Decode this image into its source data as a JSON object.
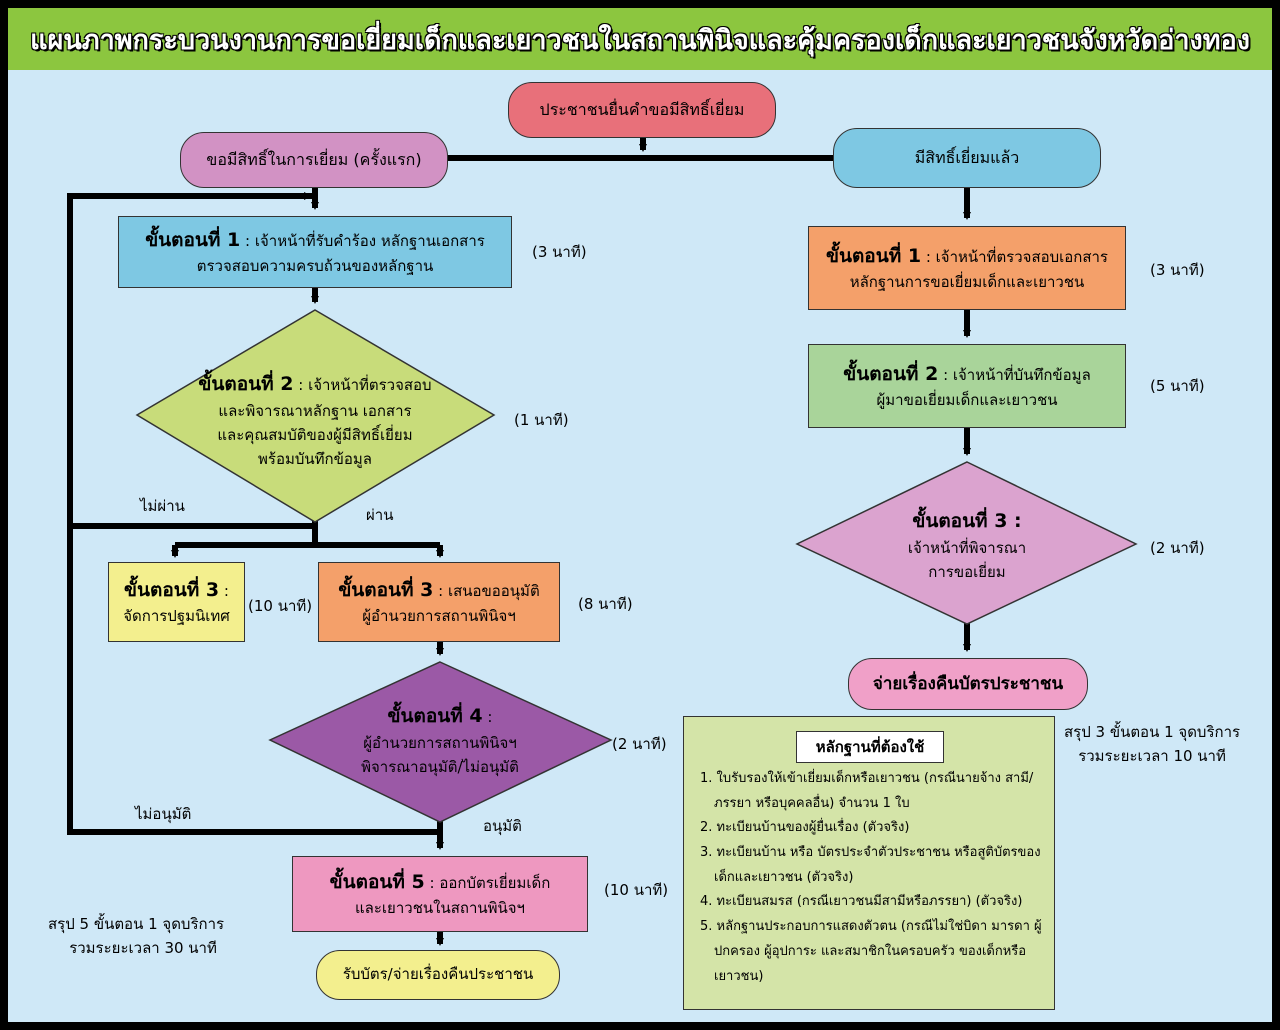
{
  "title": "แผนภาพกระบวนงานการขอเยี่ยมเด็กและเยาวชนในสถานพินิจและคุ้มครองเด็กและเยาวชนจังหวัดอ่างทอง",
  "colors": {
    "title_bg": "#8cc63f",
    "background": "#cfe8f7",
    "start": "#e8707a",
    "left_start": "#d292c4",
    "right_start": "#7ec8e3",
    "step_blue": "#7ec8e3",
    "step_orange": "#f4a06a",
    "diamond_green": "#c8dc7a",
    "step_yellow": "#f3ef8e",
    "diamond_purple": "#9b59a6",
    "step_pink": "#ee98c0",
    "end_yellow": "#f3ef8e",
    "step_green": "#a9d49a",
    "diamond_pink": "#dba3cf",
    "end_pink": "#f0a0c8"
  },
  "start": "ประชาชนยื่นคำขอมีสิทธิ์เยี่ยม",
  "left": {
    "start": "ขอมีสิทธิ์ในการเยี่ยม (ครั้งแรก)",
    "step1": {
      "heading": "ขั้นตอนที่ 1",
      "line1": " : เจ้าหน้าที่รับคำร้อง หลักฐานเอกสาร",
      "line2": "ตรวจสอบความครบถ้วนของหลักฐาน",
      "time": "(3 นาที)"
    },
    "step2": {
      "heading": "ขั้นตอนที่ 2",
      "line1": " : เจ้าหน้าที่ตรวจสอบ",
      "line2": "และพิจารณาหลักฐาน เอกสาร",
      "line3": "และคุณสมบัติของผู้มีสิทธิ์เยี่ยม",
      "line4": "พร้อมบันทึกข้อมูล",
      "time": "(1 นาที)"
    },
    "fail_label": "ไม่ผ่าน",
    "pass_label": "ผ่าน",
    "step3a": {
      "heading": "ขั้นตอนที่ 3",
      "line1": " :",
      "line2": "จัดการปฐมนิเทศ",
      "time": "(10 นาที)"
    },
    "step3b": {
      "heading": "ขั้นตอนที่ 3",
      "line1": " : เสนอขออนุมัติ",
      "line2": "ผู้อำนวยการสถานพินิจฯ",
      "time": "(8 นาที)"
    },
    "step4": {
      "heading": "ขั้นตอนที่ 4",
      "line1": " :",
      "line2": "ผู้อำนวยการสถานพินิจฯ",
      "line3": "พิจารณาอนุมัติ/ไม่อนุมัติ",
      "time": "(2 นาที)"
    },
    "reject_label": "ไม่อนุมัติ",
    "approve_label": "อนุมัติ",
    "step5": {
      "heading": "ขั้นตอนที่ 5",
      "line1": " : ออกบัตรเยี่ยมเด็ก",
      "line2": "และเยาวชนในสถานพินิจฯ",
      "time": "(10 นาที)"
    },
    "end": "รับบัตร/จ่ายเรื่องคืนประชาชน",
    "summary_line1": "สรุป 5 ขั้นตอน 1 จุดบริการ",
    "summary_line2": "รวมระยะเวลา 30 นาที"
  },
  "right": {
    "start": "มีสิทธิ์เยี่ยมแล้ว",
    "step1": {
      "heading": "ขั้นตอนที่ 1",
      "line1": " : เจ้าหน้าที่ตรวจสอบเอกสาร",
      "line2": "หลักฐานการขอเยี่ยมเด็กและเยาวชน",
      "time": "(3 นาที)"
    },
    "step2": {
      "heading": "ขั้นตอนที่ 2",
      "line1": " : เจ้าหน้าที่บันทึกข้อมูล",
      "line2": "ผู้มาขอเยี่ยมเด็กและเยาวชน",
      "time": "(5 นาที)"
    },
    "step3": {
      "heading": "ขั้นตอนที่ 3 :",
      "line1": "เจ้าหน้าที่พิจารณา",
      "line2": "การขอเยี่ยม",
      "time": "(2 นาที)"
    },
    "end": "จ่ายเรื่องคืนบัตรประชาชน",
    "summary_line1": "สรุป 3 ขั้นตอน 1 จุดบริการ",
    "summary_line2": "รวมระยะเวลา 10 นาที"
  },
  "documents": {
    "title": "หลักฐานที่ต้องใช้",
    "items": [
      "1. ใบรับรองให้เข้าเยี่ยมเด็กหรือเยาวชน (กรณีนายจ้าง สามี/ภรรยา หรือบุคคลอื่น) จำนวน 1 ใบ",
      "2. ทะเบียนบ้านของผู้ยื่นเรื่อง (ตัวจริง)",
      "3. ทะเบียนบ้าน หรือ บัตรประจำตัวประชาชน หรือสูติบัตรของเด็กและเยาวชน (ตัวจริง)",
      "4. ทะเบียนสมรส (กรณีเยาวชนมีสามีหรือภรรยา) (ตัวจริง)",
      "5. หลักฐานประกอบการแสดงตัวตน (กรณีไม่ใช่บิดา มารดา ผู้ปกครอง ผู้อุปการะ และสมาชิกในครอบครัว ของเด็กหรือเยาวชน)"
    ]
  }
}
